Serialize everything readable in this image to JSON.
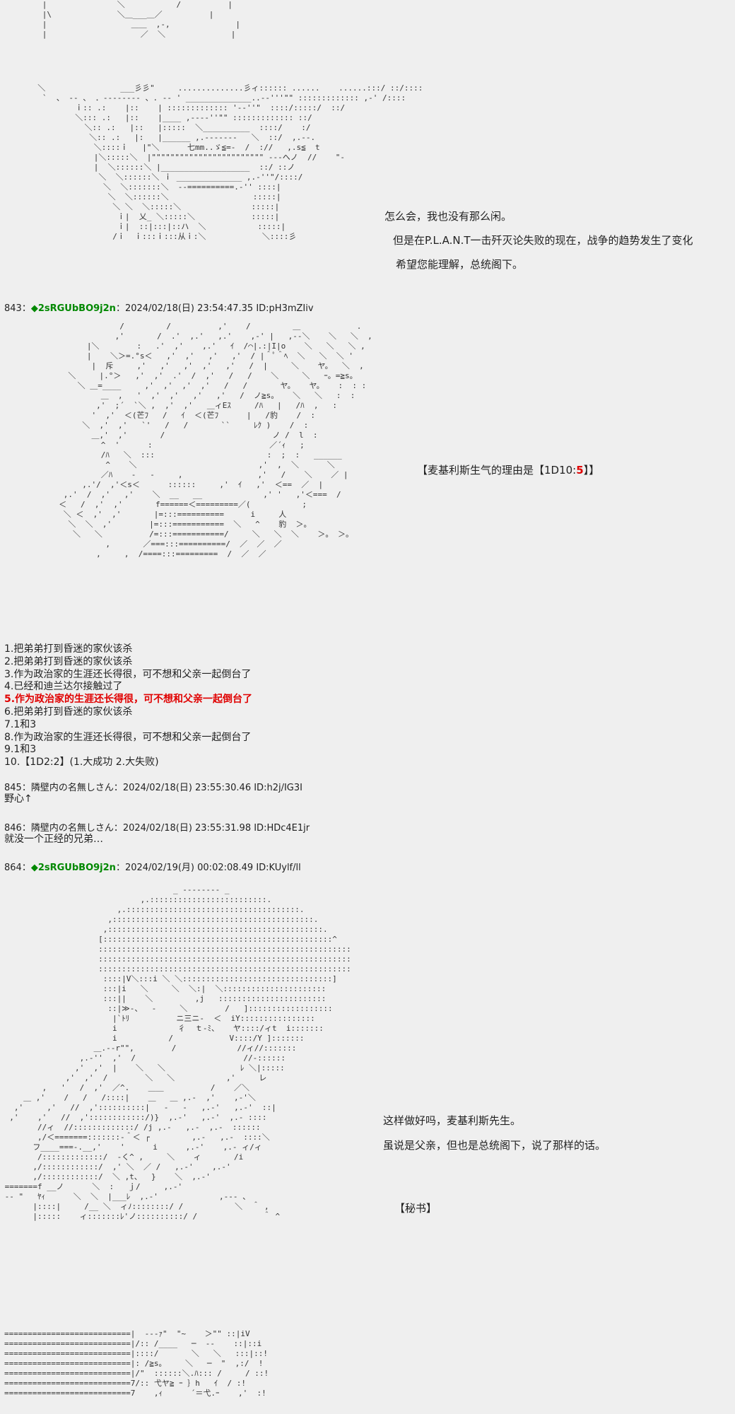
{
  "top_dialogue": [
    "怎么会，我也没有那么闲。",
    "但是在P.L.A.N.T一击歼灭论失败的现在，战争的趋势发生了变化",
    "希望您能理解，总统阁下。"
  ],
  "post_843": {
    "number": "843",
    "sep": "：",
    "trip": "◆2sRGUbBO9j2n",
    "meta": "：2024/02/18(日) 23:54:47.35 ID:pH3mZIiv"
  },
  "dice_line": {
    "prefix": "【麦基利斯生气的理由是【1D10:",
    "value": "5",
    "suffix": "】】"
  },
  "choices": [
    "1.把弟弟打到昏迷的家伙该杀",
    "2.把弟弟打到昏迷的家伙该杀",
    "3.作为政治家的生涯还长得很，可不想和父亲一起倒台了",
    "4.已经和迪兰达尔接触过了",
    "5.作为政治家的生涯还长得很，可不想和父亲一起倒台了",
    "6.把弟弟打到昏迷的家伙该杀",
    "7.1和3",
    "8.作为政治家的生涯还长得很，可不想和父亲一起倒台了",
    "9.1和3",
    "10.【1D2:2】(1.大成功  2.大失败)"
  ],
  "post_845": {
    "number": "845",
    "meta": "：隣壁内の名無しさん：2024/02/18(日) 23:55:30.46 ID:h2j/IG3I",
    "body": "野心↑"
  },
  "post_846": {
    "number": "846",
    "meta": "：隣壁内の名無しさん：2024/02/18(日) 23:55:31.98 ID:HDc4E1jr",
    "body": "就没一个正经的兄弟…"
  },
  "post_864": {
    "number": "864",
    "sep": "：",
    "trip": "◆2sRGUbBO9j2n",
    "meta": "：2024/02/19(月) 00:02:08.49 ID:KUylf/ll"
  },
  "secretary_dialogue": [
    "这样做好吗，麦基利斯先生。",
    "虽说是父亲，但也是总统阁下，说了那样的话。"
  ],
  "speaker_tag": "【秘书】",
  "colors": {
    "background": "#efefef",
    "trip": "#008800",
    "highlight": "#e00000"
  }
}
